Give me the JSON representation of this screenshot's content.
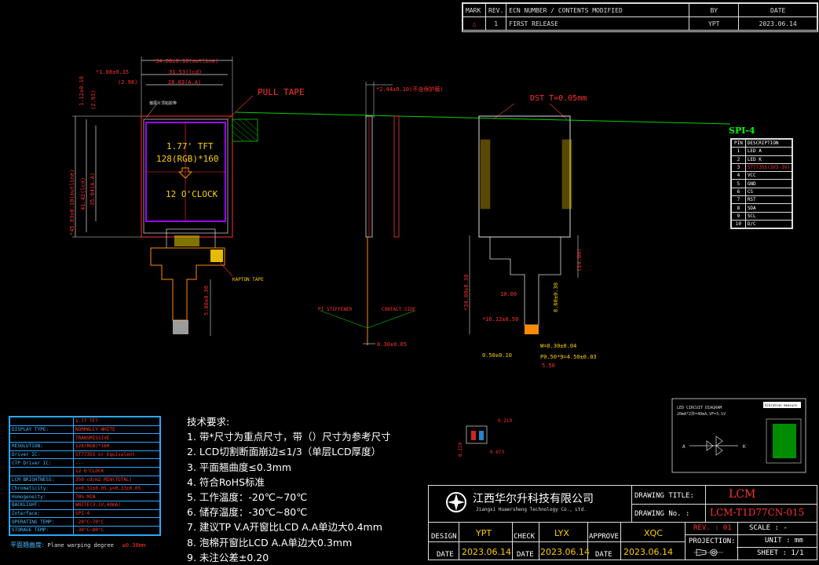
{
  "revision": {
    "headers": [
      "MARK",
      "REV.",
      "ECN NUMBER / CONTENTS MODIFIED",
      "BY",
      "DATE"
    ],
    "rows": [
      [
        "1",
        "FIRST RELEASE",
        "YPT",
        "2023.06.14"
      ]
    ]
  },
  "drawing": {
    "dims_top": [
      "*34.00±0.10(outline)",
      "*1.08±0.15",
      "31.53(lcd)",
      "(2.98)",
      "28.03(A.A)"
    ],
    "dims_left": [
      "1.12±0.10",
      "(2.93)",
      "*45.83±0.10(outline)",
      "41.42(lcd)",
      "35.04(A.A)"
    ],
    "small_label": "偏振片顶粘胶带",
    "screen_lines": [
      "1.77' TFT",
      "128(RGB)*160",
      "12 O'CLOCK"
    ],
    "pull_tape": "PULL TAPE",
    "kapton_tape": "KAPTON TAPE",
    "fpc_dim": "5.00±0.30",
    "side_dim_top": "*2.44±0.10(不含保护膜)",
    "pi_stiffener": "PI STIFFENER",
    "contact_side": "CONTACT SIDE",
    "side_dim_bottom": "0.30±0.05",
    "dst": "DST T=0.05mm",
    "back_dims": [
      "(14.00)",
      "*34.00±0.30",
      "10.00",
      "*16.12±0.50",
      "8.60±0.30",
      "W=0.30±0.04",
      "0.50±0.10",
      "P0.50*9=4.50±0.03",
      "5.50"
    ],
    "small_dims": [
      "0.219",
      "0.073",
      "0.219"
    ],
    "led_title": "LED CIRCUIT DIAGRAM",
    "led_sub": "20mA*2并=40mA,VF=3.1V",
    "led_a": "A",
    "led_k": "K",
    "grid_title": "Vibration measure"
  },
  "spi": {
    "title": "SPI-4",
    "headers": [
      "PIN",
      "DESCRIPTION"
    ],
    "rows": [
      [
        "1",
        "LED A"
      ],
      [
        "2",
        "LED K"
      ],
      [
        "3",
        "ST7735S(3V3-3V)"
      ],
      [
        "4",
        "VCC"
      ],
      [
        "5",
        "GND"
      ],
      [
        "6",
        "CS"
      ],
      [
        "7",
        "RST"
      ],
      [
        "8",
        "SDA"
      ],
      [
        "9",
        "SCL"
      ],
      [
        "10",
        "D/C"
      ]
    ]
  },
  "spec": {
    "rows": [
      [
        "",
        "1.77 TFT"
      ],
      [
        "DISPLAY TYPE:",
        "NORMALLY WHITE"
      ],
      [
        "",
        "TRANSMISSIVE"
      ],
      [
        "RESOLUTION:",
        "128(RGB)*160"
      ],
      [
        "Driver IC:",
        "ST7735S or Equivalent"
      ],
      [
        "CTP Driver IC:",
        "---"
      ],
      [
        "",
        "12 O'CLOCK"
      ],
      [
        "LCM BRIGHTNESS:",
        "350 cd/m2 MIN(TOTAL)"
      ],
      [
        "Chromaticity:",
        "x=0.31±0.05,y=0.33±0.05"
      ],
      [
        "Homogeneity:",
        "70% MIN"
      ],
      [
        "BACKLIGHT:",
        "WHITE(3.1V,40mA)"
      ],
      [
        "Interface:",
        "SPI-4"
      ],
      [
        "OPERATING TEMP:",
        "-20°C~70°C"
      ],
      [
        "STORAGE TEMP:",
        "-30°C~80°C"
      ]
    ],
    "warp_label": "平面翘曲度:",
    "warp_en": "Plane warping degree",
    "warp_val": "≤0.30mm"
  },
  "notes": [
    "技术要求:",
    "1. 带*尺寸为重点尺寸，带（）尺寸为参考尺寸",
    "2. LCD切割断面崩边≤1/3（单层LCD厚度）",
    "3. 平面翘曲度≤0.3mm",
    "4. 符合RoHS标准",
    "5. 工作温度：-20℃~70℃",
    "6. 储存温度：-30℃~80℃",
    "7. 建议TP V.A开窗比LCD A.A单边大0.4mm",
    "8. 泡棉开窗比LCD A.A单边大0.3mm",
    "9. 未注公差±0.20"
  ],
  "titleblock": {
    "company_cn": "江西华尔升科技有限公司",
    "company_en": "Jiangxi Huaersheng Technology Co., Ltd.",
    "drawing_title_label": "DRAWING TITLE:",
    "drawing_title": "LCM",
    "drawing_no_label": "DRAWING No. :",
    "drawing_no": "LCM-T1D77CN-015",
    "rev_label": "REV. : 01",
    "scale_label": "SCALE : -",
    "projection_label": "PROJECTION:",
    "unit_label": "UNIT : mm",
    "sheet_label": "SHEET : 1/1",
    "design_label": "DESIGN",
    "design_by": "YPT",
    "check_label": "CHECK",
    "check_by": "LYX",
    "approve_label": "APPROVE",
    "approve_by": "XQC",
    "date_label": "DATE",
    "date": "2023.06.14"
  },
  "colors": {
    "line": "#dddddd",
    "dim": "#ff3030",
    "green": "#00ff00",
    "yellow": "#ffd000",
    "orange": "#ff8a00",
    "purple": "#a000ff",
    "cyan": "#2aa8ff"
  }
}
